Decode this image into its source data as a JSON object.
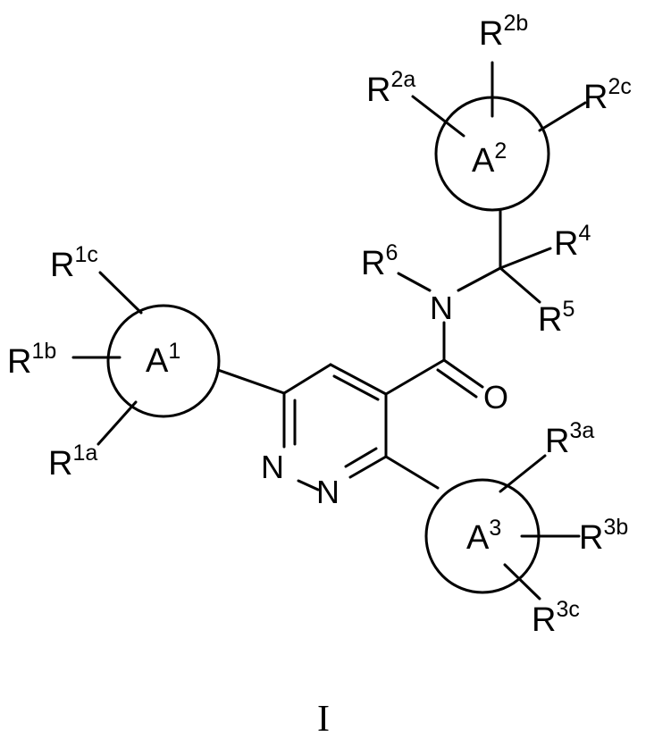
{
  "figure": {
    "caption": "I",
    "atoms": {
      "n1": "N",
      "n2": "N",
      "n_amide": "N",
      "o": "O"
    },
    "rings": {
      "a1": {
        "base": "A",
        "sup": "1"
      },
      "a2": {
        "base": "A",
        "sup": "2"
      },
      "a3": {
        "base": "A",
        "sup": "3"
      }
    },
    "substituents": {
      "r1a": {
        "base": "R",
        "sup": "1a"
      },
      "r1b": {
        "base": "R",
        "sup": "1b"
      },
      "r1c": {
        "base": "R",
        "sup": "1c"
      },
      "r2a": {
        "base": "R",
        "sup": "2a"
      },
      "r2b": {
        "base": "R",
        "sup": "2b"
      },
      "r2c": {
        "base": "R",
        "sup": "2c"
      },
      "r3a": {
        "base": "R",
        "sup": "3a"
      },
      "r3b": {
        "base": "R",
        "sup": "3b"
      },
      "r3c": {
        "base": "R",
        "sup": "3c"
      },
      "r4": {
        "base": "R",
        "sup": "4"
      },
      "r5": {
        "base": "R",
        "sup": "5"
      },
      "r6": {
        "base": "R",
        "sup": "6"
      }
    }
  }
}
